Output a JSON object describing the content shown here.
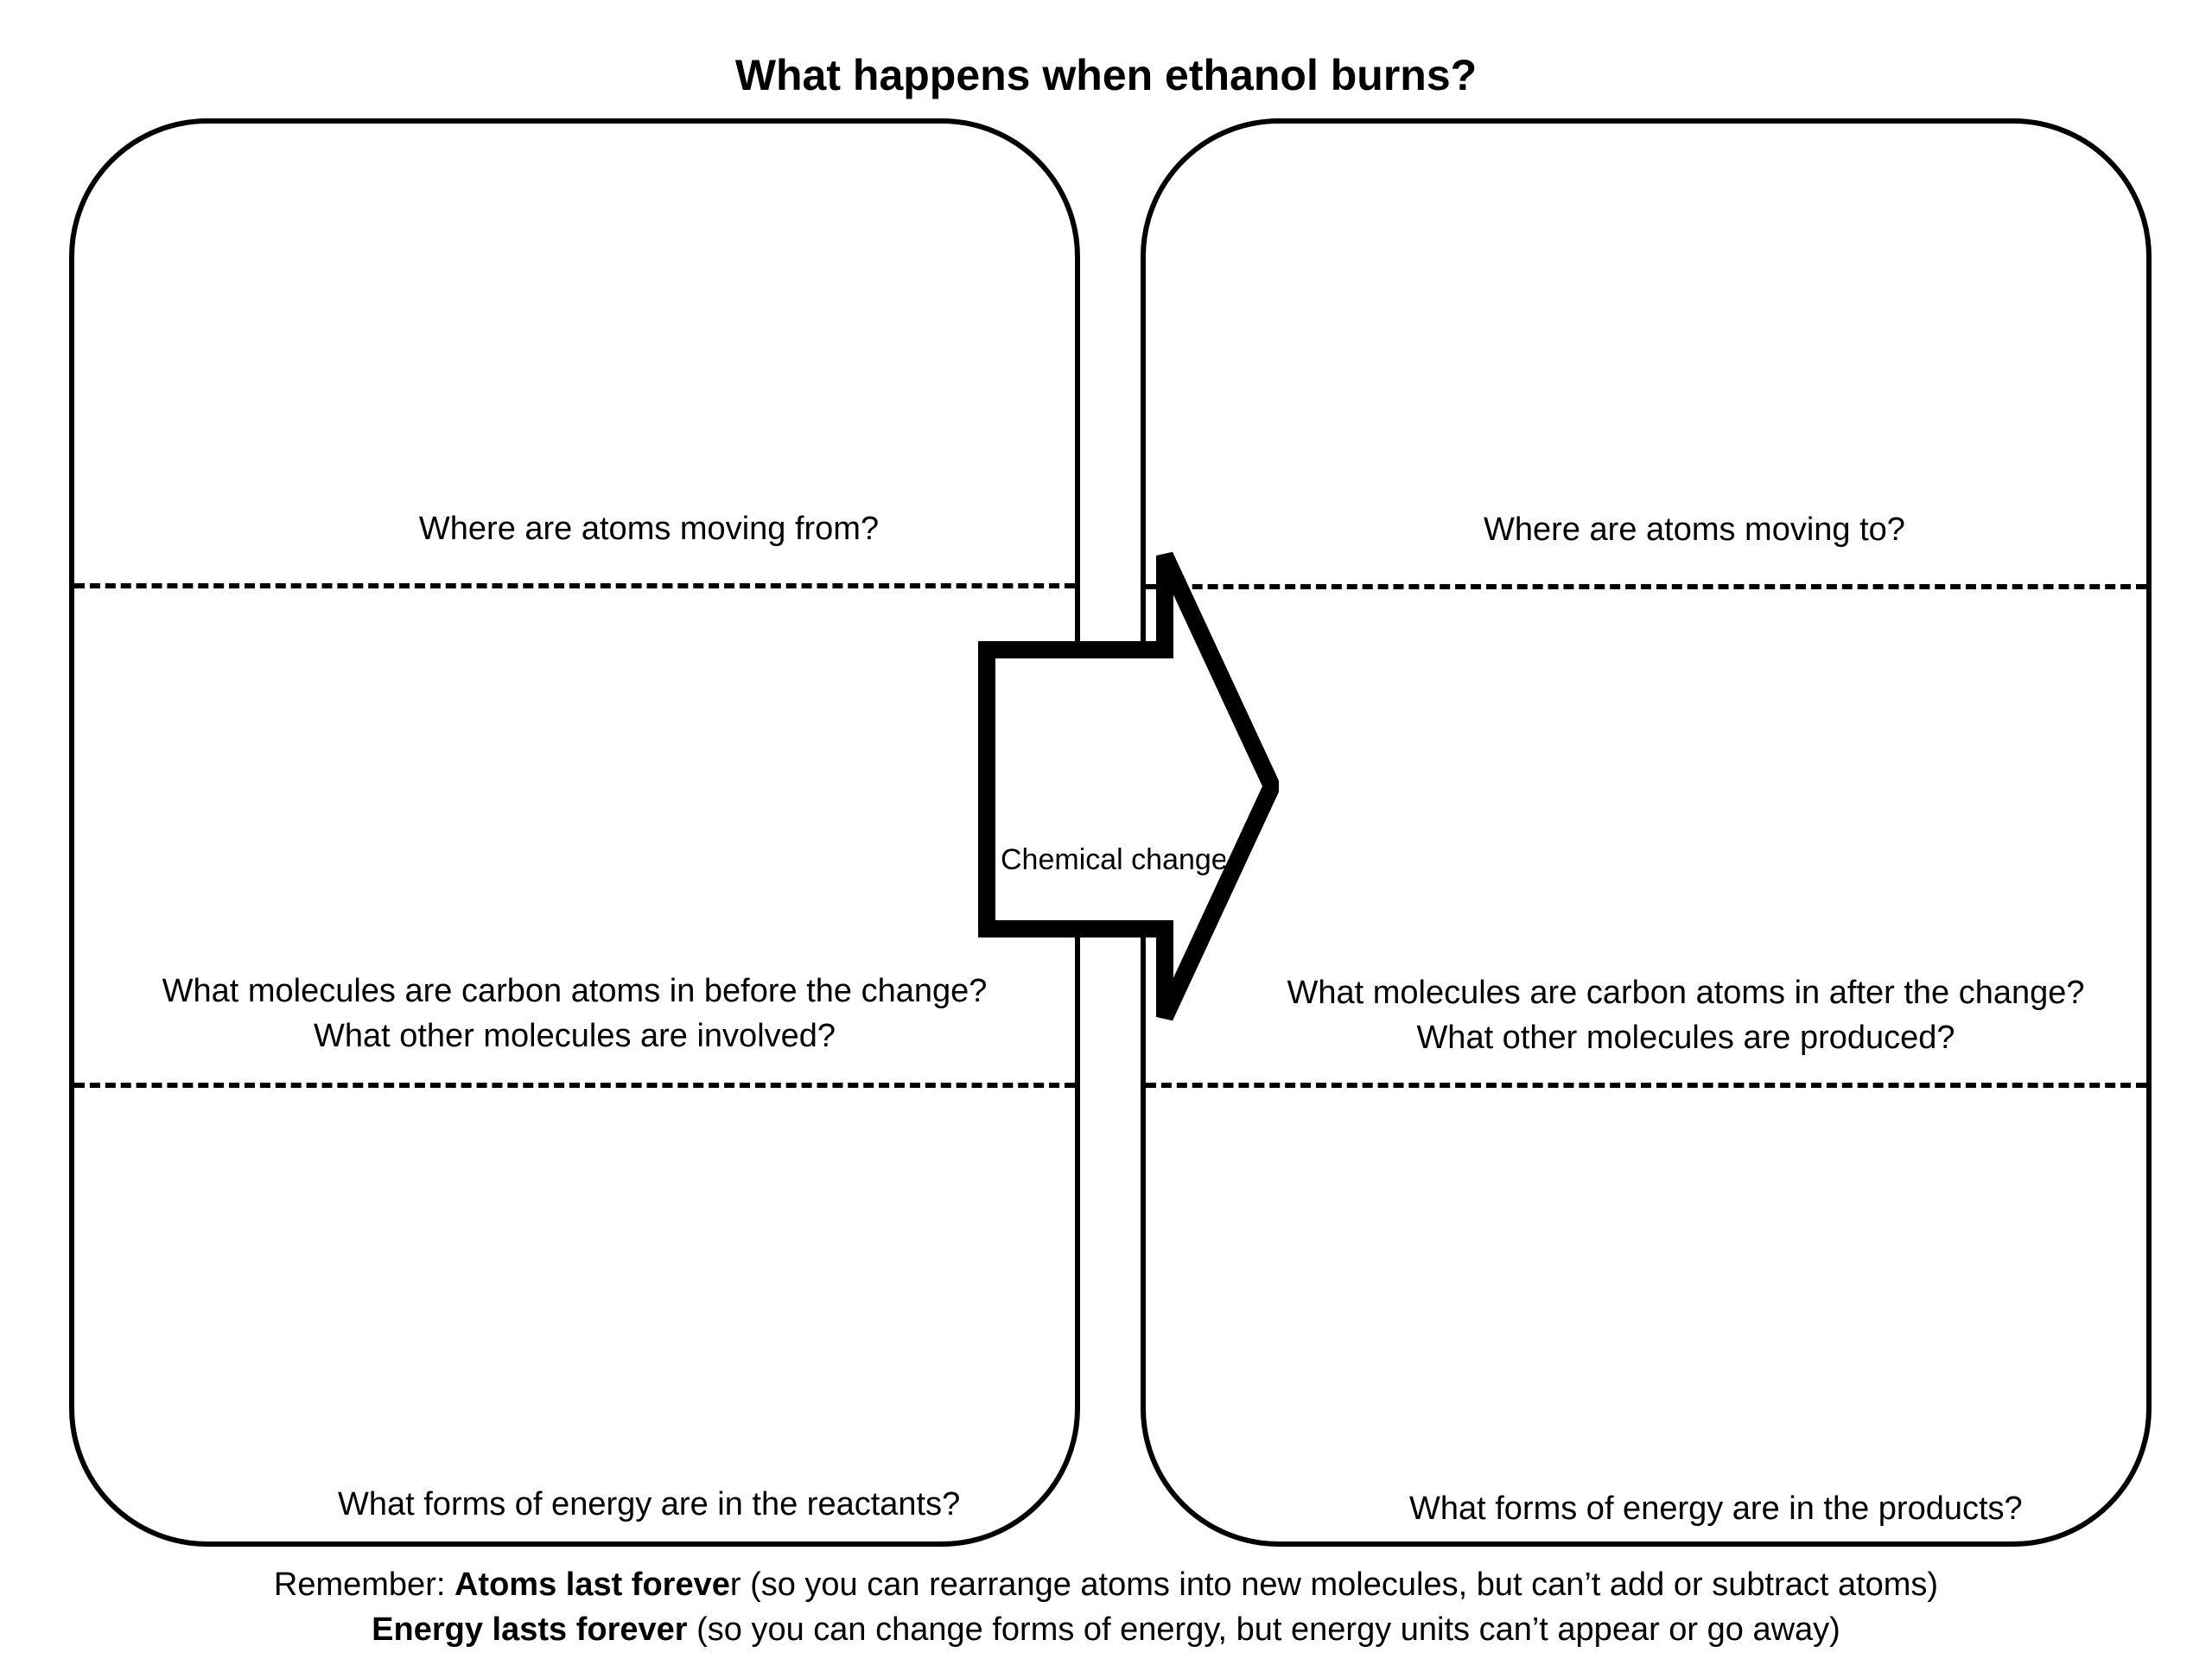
{
  "title": "What happens when ethanol burns?",
  "left_panel": {
    "q_top": "Where are atoms moving from?",
    "q_middle_1": "What molecules are carbon atoms in before the change?",
    "q_middle_2": "What other molecules are involved?",
    "q_bottom": "What forms of energy are in the reactants?"
  },
  "right_panel": {
    "q_top": "Where are atoms moving to?",
    "q_middle_1": "What molecules are carbon atoms in after the change?",
    "q_middle_2": "What other molecules are produced?",
    "q_bottom": "What forms of energy are in the products?"
  },
  "arrow": {
    "label": "Chemical change"
  },
  "footer": {
    "line1_prefix": "Remember: ",
    "line1_bold": "Atoms last foreve",
    "line1_rest": "r (so you can rearrange atoms into new molecules, but can’t add or subtract atoms)",
    "line2_bold": "Energy lasts forever",
    "line2_rest": " (so you can change forms of energy, but energy units can’t appear or go away)"
  }
}
